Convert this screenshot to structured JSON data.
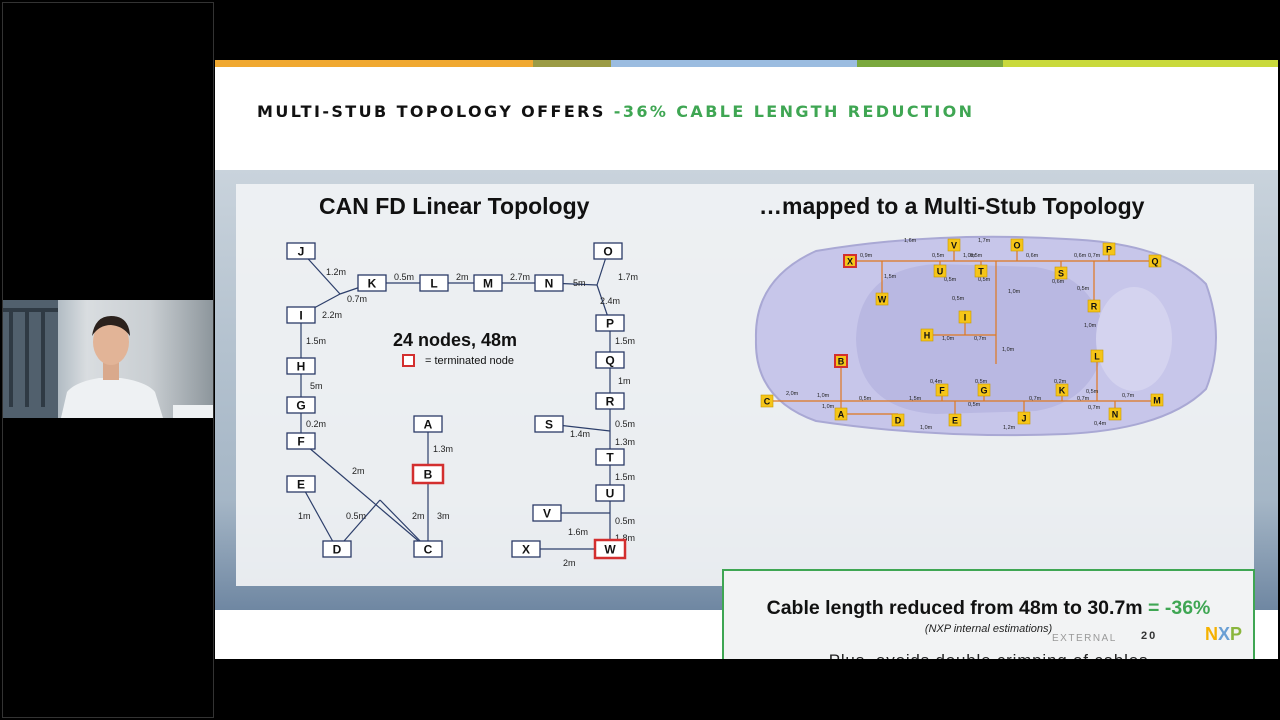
{
  "slide": {
    "title_main": "MULTI-STUB TOPOLOGY OFFERS ",
    "title_accent": "-36% CABLE LENGTH REDUCTION",
    "left_heading": "CAN FD Linear Topology",
    "right_heading": "…mapped to a Multi-Stub Topology",
    "nodes_count": "24 nodes, 48m",
    "legend_text": "= terminated node",
    "result_main": "Cable length reduced from 48m to 30.7m ",
    "result_pct": "= -36%",
    "result_note": "(NXP internal estimations)",
    "result_sub": "Plus, avoids double crimping of cables",
    "footer_classification": "EXTERNAL",
    "page_number": "20",
    "logo_text": "NXP"
  },
  "colors": {
    "accent_green": "#3fa653",
    "terminated_red": "#d32f2f",
    "node_border": "#2b3a67",
    "stub_node_fill": "#f5c518",
    "stripe": [
      "#f0a830",
      "#9b9b45",
      "#9bbce0",
      "#7aa83d",
      "#c9d93b"
    ]
  },
  "linear_topology": {
    "nodes": [
      {
        "id": "J",
        "terminated": false
      },
      {
        "id": "K",
        "terminated": false
      },
      {
        "id": "L",
        "terminated": false
      },
      {
        "id": "M",
        "terminated": false
      },
      {
        "id": "N",
        "terminated": false
      },
      {
        "id": "O",
        "terminated": false
      },
      {
        "id": "I",
        "terminated": false
      },
      {
        "id": "P",
        "terminated": false
      },
      {
        "id": "H",
        "terminated": false
      },
      {
        "id": "Q",
        "terminated": false
      },
      {
        "id": "G",
        "terminated": false
      },
      {
        "id": "R",
        "terminated": false
      },
      {
        "id": "F",
        "terminated": false
      },
      {
        "id": "A",
        "terminated": false
      },
      {
        "id": "S",
        "terminated": false
      },
      {
        "id": "B",
        "terminated": true
      },
      {
        "id": "T",
        "terminated": false
      },
      {
        "id": "E",
        "terminated": false
      },
      {
        "id": "U",
        "terminated": false
      },
      {
        "id": "V",
        "terminated": false
      },
      {
        "id": "D",
        "terminated": false
      },
      {
        "id": "C",
        "terminated": false
      },
      {
        "id": "X",
        "terminated": false
      },
      {
        "id": "W",
        "terminated": true
      }
    ],
    "edges": [
      {
        "from": "J",
        "to": "K",
        "length": "1.2m"
      },
      {
        "from": "I",
        "to": "K",
        "length": "0.7m"
      },
      {
        "from": "I",
        "to": "K",
        "length": "2.2m"
      },
      {
        "from": "K",
        "to": "L",
        "length": "0.5m"
      },
      {
        "from": "L",
        "to": "M",
        "length": "2m"
      },
      {
        "from": "M",
        "to": "N",
        "length": "2.7m"
      },
      {
        "from": "O",
        "to": "P",
        "length": "1.7m"
      },
      {
        "from": "N",
        "to": "P",
        "length": "5m"
      },
      {
        "from": "N",
        "to": "P",
        "length": "2.4m"
      },
      {
        "from": "I",
        "to": "H",
        "length": "1.5m"
      },
      {
        "from": "H",
        "to": "G",
        "length": "5m"
      },
      {
        "from": "G",
        "to": "F",
        "length": "0.2m"
      },
      {
        "from": "F",
        "to": "C",
        "length": "2m"
      },
      {
        "from": "E",
        "to": "D",
        "length": "1m"
      },
      {
        "from": "D",
        "to": "F",
        "length": "0.5m"
      },
      {
        "from": "B",
        "to": "C",
        "length": "2m"
      },
      {
        "from": "A",
        "to": "B",
        "length": "1.3m"
      },
      {
        "from": "B",
        "to": "C",
        "length": "3m"
      },
      {
        "from": "P",
        "to": "Q",
        "length": "1.5m"
      },
      {
        "from": "Q",
        "to": "R",
        "length": "1m"
      },
      {
        "from": "R",
        "to": "T",
        "length": "0.5m"
      },
      {
        "from": "S",
        "to": "T",
        "length": "1.4m"
      },
      {
        "from": "R",
        "to": "T",
        "length": "1.3m"
      },
      {
        "from": "T",
        "to": "U",
        "length": "1.5m"
      },
      {
        "from": "U",
        "to": "W",
        "length": "0.5m"
      },
      {
        "from": "V",
        "to": "W",
        "length": "1.6m"
      },
      {
        "from": "V",
        "to": "W",
        "length": "1.8m"
      },
      {
        "from": "X",
        "to": "W",
        "length": "2m"
      }
    ]
  },
  "stub_topology": {
    "nodes": [
      {
        "id": "X",
        "terminated": true
      },
      {
        "id": "V",
        "terminated": false
      },
      {
        "id": "O",
        "terminated": false
      },
      {
        "id": "P",
        "terminated": false
      },
      {
        "id": "Q",
        "terminated": false
      },
      {
        "id": "U",
        "terminated": false
      },
      {
        "id": "T",
        "terminated": false
      },
      {
        "id": "S",
        "terminated": false
      },
      {
        "id": "W",
        "terminated": false
      },
      {
        "id": "R",
        "terminated": false
      },
      {
        "id": "I",
        "terminated": false
      },
      {
        "id": "H",
        "terminated": false
      },
      {
        "id": "B",
        "terminated": true
      },
      {
        "id": "L",
        "terminated": false
      },
      {
        "id": "F",
        "terminated": false
      },
      {
        "id": "G",
        "terminated": false
      },
      {
        "id": "K",
        "terminated": false
      },
      {
        "id": "C",
        "terminated": false
      },
      {
        "id": "M",
        "terminated": false
      },
      {
        "id": "A",
        "terminated": false
      },
      {
        "id": "N",
        "terminated": false
      },
      {
        "id": "D",
        "terminated": false
      },
      {
        "id": "E",
        "terminated": false
      },
      {
        "id": "J",
        "terminated": false
      }
    ],
    "segment_labels": [
      "0,9m",
      "1,6m",
      "1,7m",
      "0,5m",
      "0,5m",
      "1,0m",
      "0,6m",
      "0,6m",
      "0,7m",
      "1,5m",
      "0,5m",
      "0,5m",
      "0,6m",
      "1,0m",
      "0,5m",
      "0,5m",
      "1,0m",
      "0,7m",
      "1,0m",
      "1,0m",
      "0,4m",
      "0,5m",
      "0,2m",
      "1,0m",
      "2,0m",
      "1,0m",
      "0,5m",
      "1,5m",
      "0,5m",
      "0,7m",
      "0,7m",
      "0,7m",
      "0,7m",
      "0,5m",
      "1,0m",
      "1,2m",
      "0,4m"
    ]
  }
}
